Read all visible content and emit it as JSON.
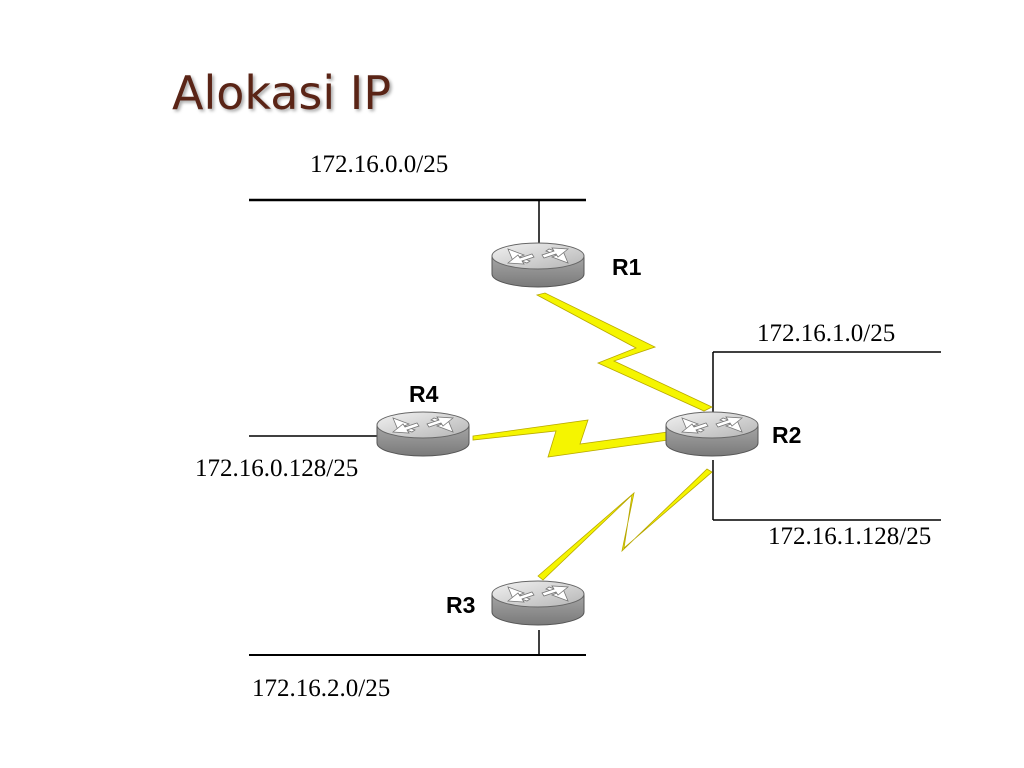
{
  "slide": {
    "title": "Alokasi IP"
  },
  "networks": {
    "top": "172.16.0.0/25",
    "r2_upper": "172.16.1.0/25",
    "r4_left": "172.16.0.128/25",
    "r2_lower": "172.16.1.128/25",
    "bottom": "172.16.2.0/25"
  },
  "routers": {
    "r1": "R1",
    "r2": "R2",
    "r3": "R3",
    "r4": "R4"
  },
  "colors": {
    "title": "#5a2416",
    "serial_link": "#f5f500",
    "router_body": "#9a9a9a"
  },
  "icons": {
    "router": "router-icon",
    "serial_link": "lightning-serial-link-icon"
  }
}
